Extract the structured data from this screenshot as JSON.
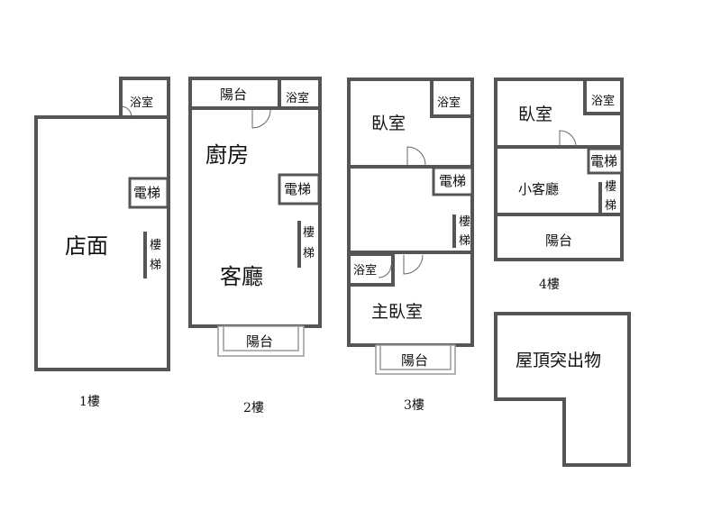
{
  "floor1": {
    "caption": "1樓",
    "shop": "店面",
    "elevator": "電梯",
    "stair_a": "樓",
    "stair_b": "梯",
    "bath": "浴室"
  },
  "floor2": {
    "caption": "2樓",
    "balcony_top": "陽台",
    "bath": "浴室",
    "kitchen": "廚房",
    "elevator": "電梯",
    "stair_a": "樓",
    "stair_b": "梯",
    "living": "客廳",
    "balcony_bottom": "陽台"
  },
  "floor3": {
    "caption": "3樓",
    "bedroom": "臥室",
    "bath_top": "浴室",
    "elevator": "電梯",
    "stair_a": "樓",
    "stair_b": "梯",
    "bath_mid": "浴室",
    "master_bedroom": "主臥室",
    "balcony_bottom": "陽台"
  },
  "floor4": {
    "caption": "4樓",
    "bedroom": "臥室",
    "bath": "浴室",
    "elevator": "電梯",
    "small_living": "小客廳",
    "stair_a": "樓",
    "stair_b": "梯",
    "balcony": "陽台"
  },
  "roof": {
    "label": "屋頂突出物"
  }
}
